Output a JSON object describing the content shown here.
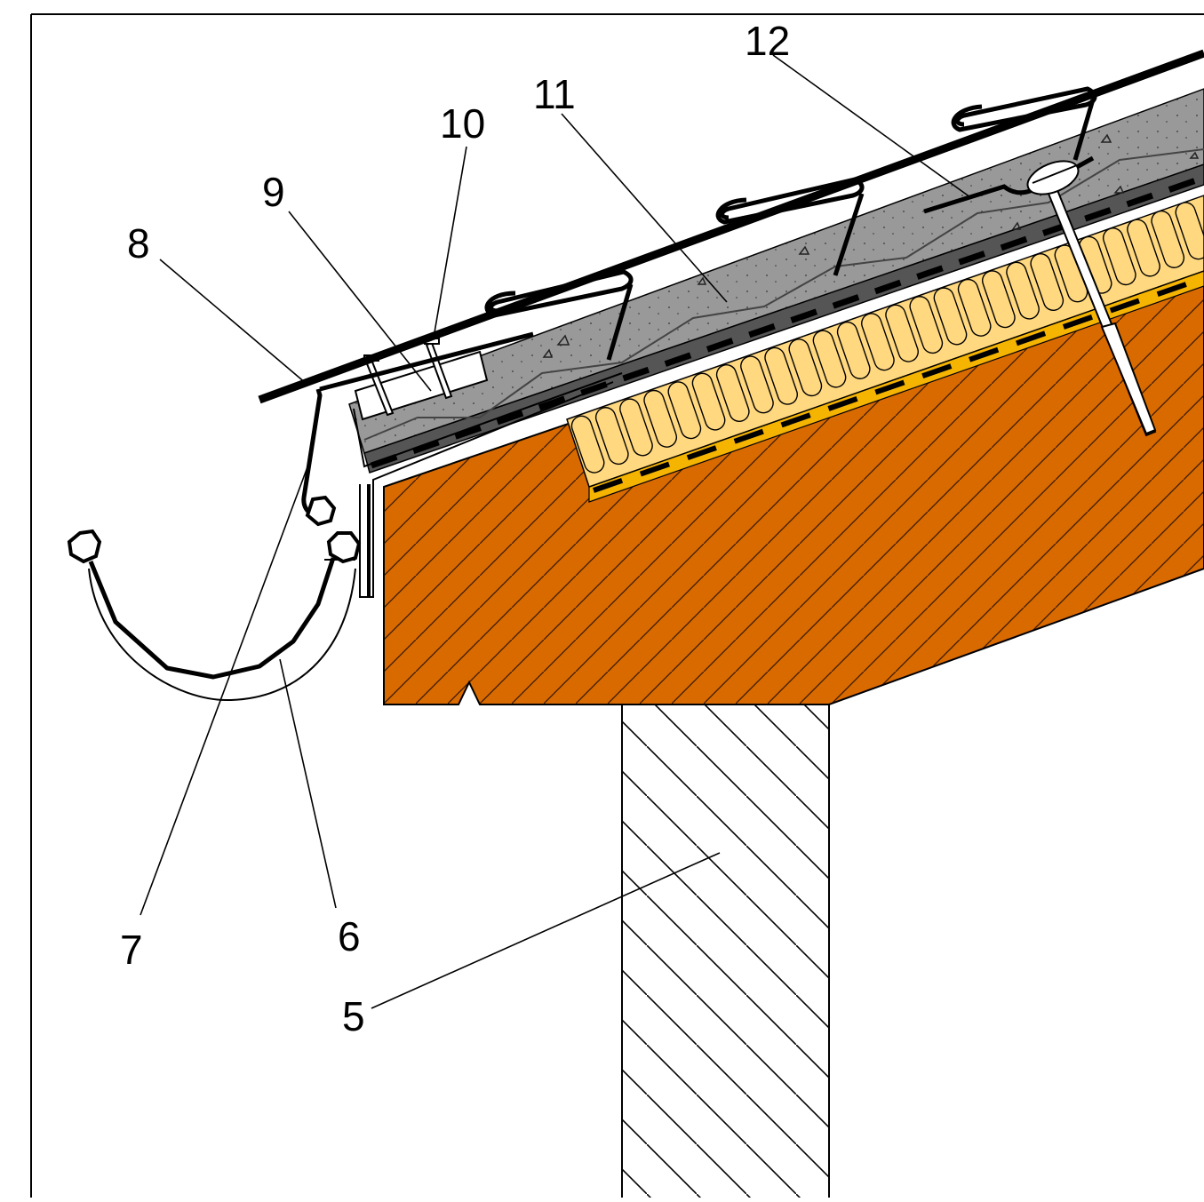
{
  "drawing": {
    "colors": {
      "timber": "#d96a00",
      "timber_hatch": "#3a1a00",
      "insulation": "#ffd880",
      "screed": "#999999",
      "membrane": "#555555",
      "vapour_layer": "#f5b400",
      "steel": "#000000",
      "background": "#ffffff"
    },
    "callouts": [
      {
        "id": "5",
        "text": "5"
      },
      {
        "id": "6",
        "text": "6"
      },
      {
        "id": "7",
        "text": "7"
      },
      {
        "id": "8",
        "text": "8"
      },
      {
        "id": "9",
        "text": "9"
      },
      {
        "id": "10",
        "text": "10"
      },
      {
        "id": "11",
        "text": "11"
      },
      {
        "id": "12",
        "text": "12"
      }
    ]
  }
}
